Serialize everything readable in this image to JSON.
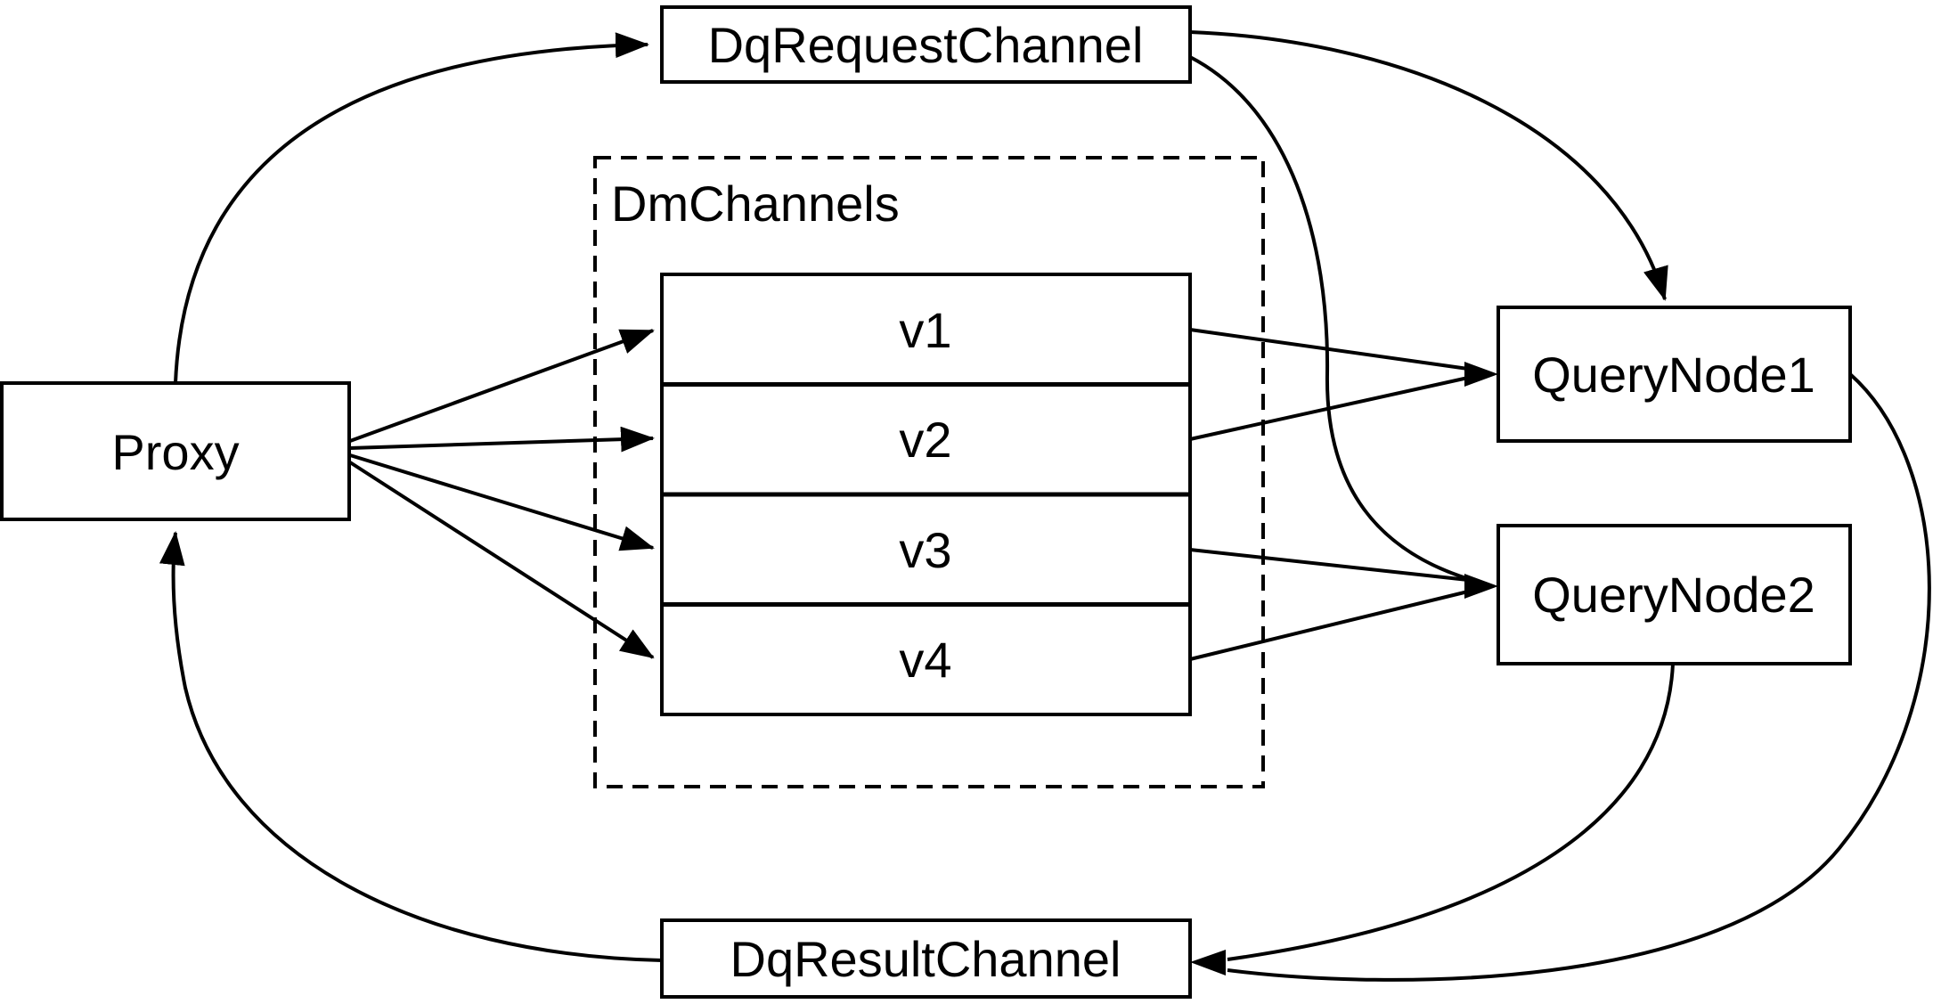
{
  "diagram": {
    "nodes": {
      "proxy": {
        "label": "Proxy"
      },
      "dq_request_channel": {
        "label": "DqRequestChannel"
      },
      "dm_channels": {
        "label": "DmChannels"
      },
      "channel_v1": {
        "label": "v1"
      },
      "channel_v2": {
        "label": "v2"
      },
      "channel_v3": {
        "label": "v3"
      },
      "channel_v4": {
        "label": "v4"
      },
      "query_node_1": {
        "label": "QueryNode1"
      },
      "query_node_2": {
        "label": "QueryNode2"
      },
      "dq_result_channel": {
        "label": "DqResultChannel"
      }
    },
    "edges": [
      {
        "from": "Proxy",
        "to": "DqRequestChannel"
      },
      {
        "from": "DqRequestChannel",
        "to": "QueryNode1"
      },
      {
        "from": "DqRequestChannel",
        "to": "QueryNode2"
      },
      {
        "from": "Proxy",
        "to": "v1"
      },
      {
        "from": "Proxy",
        "to": "v2"
      },
      {
        "from": "Proxy",
        "to": "v3"
      },
      {
        "from": "Proxy",
        "to": "v4"
      },
      {
        "from": "v1",
        "to": "QueryNode1"
      },
      {
        "from": "v2",
        "to": "QueryNode1"
      },
      {
        "from": "v3",
        "to": "QueryNode2"
      },
      {
        "from": "v4",
        "to": "QueryNode2"
      },
      {
        "from": "QueryNode1",
        "to": "DqResultChannel"
      },
      {
        "from": "QueryNode2",
        "to": "DqResultChannel"
      },
      {
        "from": "DqResultChannel",
        "to": "Proxy"
      }
    ],
    "colors": {
      "background": "#ffffff",
      "stroke": "#000000",
      "text": "#000000",
      "node_fill": "#ffffff"
    }
  }
}
